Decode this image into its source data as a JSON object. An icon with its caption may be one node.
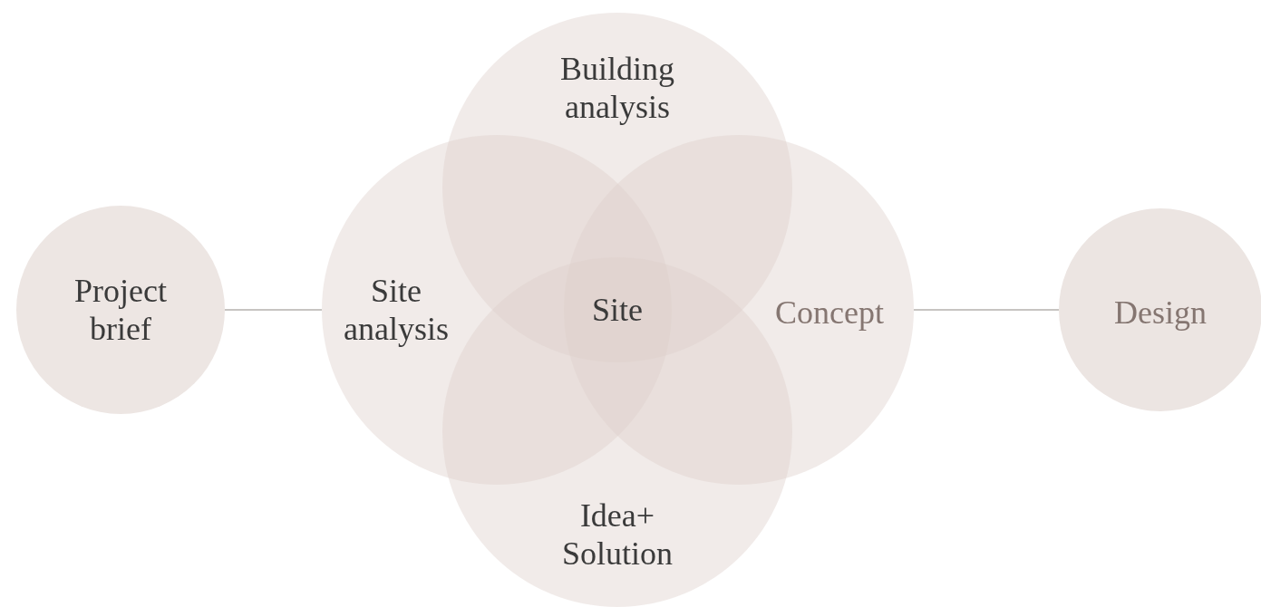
{
  "diagram": {
    "nodes": [
      {
        "text": [
          "Project brief"
        ]
      },
      {
        "text": [
          "Building analysis"
        ]
      },
      {
        "text": [
          "Site analysis"
        ]
      },
      {
        "text": [
          "Concept"
        ]
      },
      {
        "text": [
          "Idea+ Solution"
        ]
      },
      {
        "text": [
          "Design"
        ]
      }
    ],
    "edges": [
      {
        "from": 0,
        "to": 2,
        "arrow": "none"
      },
      {
        "from": 3,
        "to": 5,
        "arrow": "none"
      }
    ],
    "labels": [
      "Site"
    ]
  }
}
